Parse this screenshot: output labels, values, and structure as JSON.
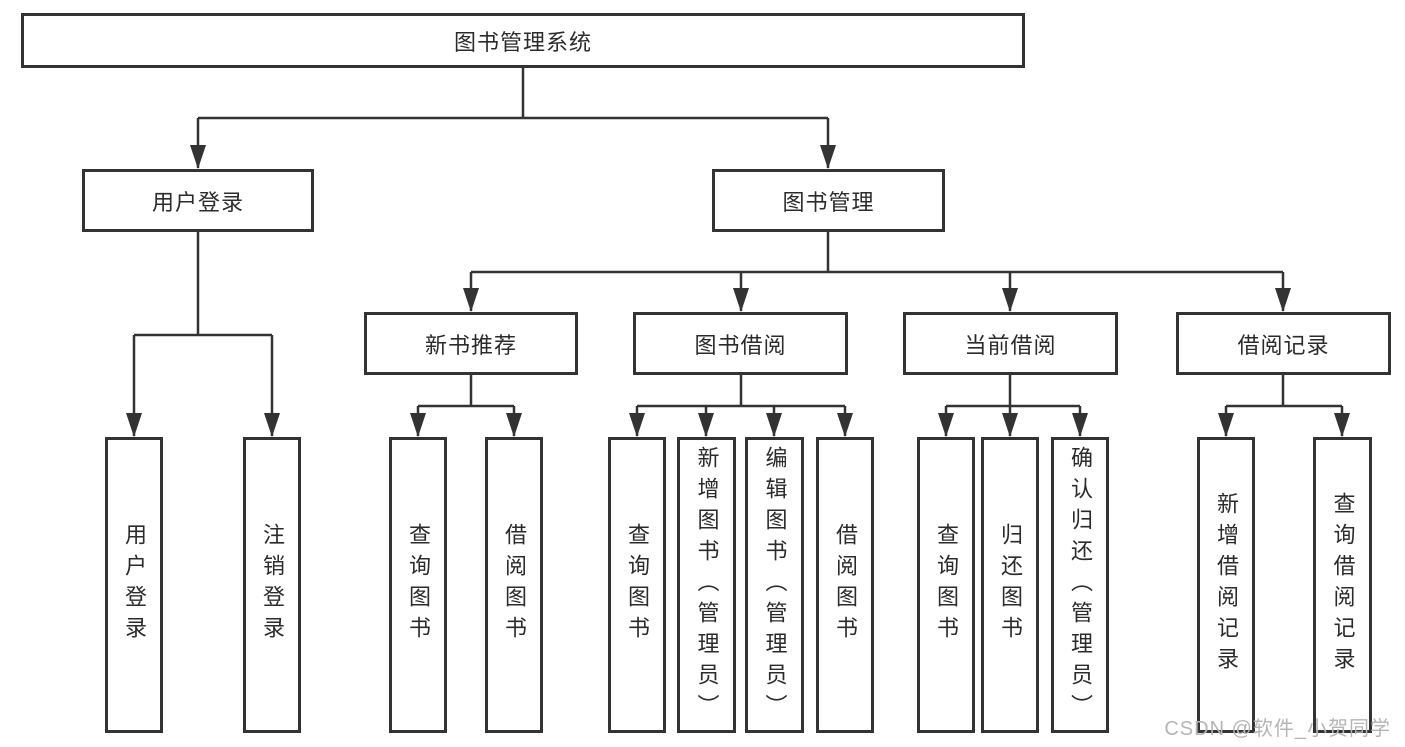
{
  "diagram": {
    "root": {
      "label": "图书管理系统",
      "children": [
        {
          "label": "用户登录",
          "children": [
            {
              "label": "用户登录"
            },
            {
              "label": "注销登录"
            }
          ]
        },
        {
          "label": "图书管理",
          "children": [
            {
              "label": "新书推荐",
              "children": [
                {
                  "label": "查询图书"
                },
                {
                  "label": "借阅图书"
                }
              ]
            },
            {
              "label": "图书借阅",
              "children": [
                {
                  "label": "查询图书"
                },
                {
                  "label": "新增图书（管理员）"
                },
                {
                  "label": "编辑图书（管理员）"
                },
                {
                  "label": "借阅图书"
                }
              ]
            },
            {
              "label": "当前借阅",
              "children": [
                {
                  "label": "查询图书"
                },
                {
                  "label": "归还图书"
                },
                {
                  "label": "确认归还（管理员）"
                }
              ]
            },
            {
              "label": "借阅记录",
              "children": [
                {
                  "label": "新增借阅记录"
                },
                {
                  "label": "查询借阅记录"
                }
              ]
            }
          ]
        }
      ]
    }
  },
  "watermark": "CSDN @软件_小贺同学",
  "colors": {
    "line": "#333333",
    "text": "#2b2b2b",
    "box_background": "#ffffff",
    "watermark": "#b5b5b5"
  }
}
